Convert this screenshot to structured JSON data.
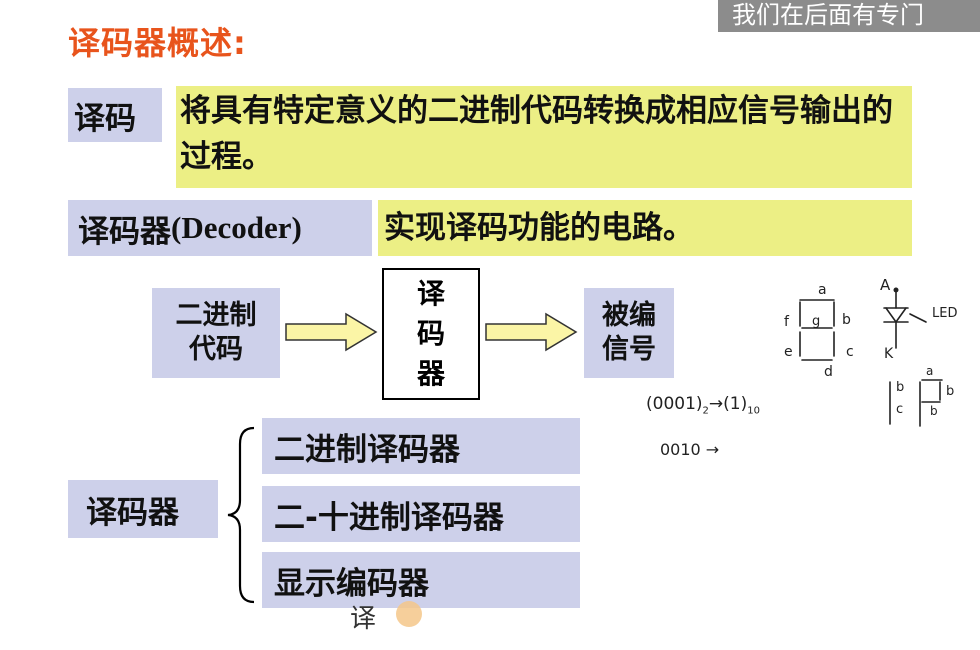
{
  "title": "译码器概述:",
  "banner": "我们在后面有专门",
  "definitions": [
    {
      "term": "译码",
      "text": "将具有特定意义的二进制代码转换成相应信号输出的过程。"
    },
    {
      "term_main": "译码器",
      "term_latin": "(Decoder)",
      "text": "实现译码功能的电路。"
    }
  ],
  "block_diagram": {
    "input_line1": "二进制",
    "input_line2": "代码",
    "decoder_chars": [
      "译",
      "码",
      "器"
    ],
    "output_line1": "被编",
    "output_line2": "信号"
  },
  "classification": {
    "label": "译码器",
    "items": [
      "二进制译码器",
      "二-十进制译码器",
      "显示编码器"
    ]
  },
  "annotations": {
    "handwritten_char": "译",
    "note_binary": "(0001)",
    "note_binary_sub": "2",
    "note_arrow": "→",
    "note_decimal": "(1)",
    "note_decimal_sub": "10",
    "note_code": "0010 →",
    "led_labels": {
      "a": "a",
      "b": "b",
      "c": "c",
      "d": "d",
      "e": "e",
      "f": "f",
      "g": "g",
      "anode": "A",
      "cathode": "K",
      "led": "LED"
    },
    "mini_labels": {
      "one": "a",
      "two": "b",
      "three": "b",
      "four": "c",
      "five": "b"
    }
  },
  "colors": {
    "title": "#e8541c",
    "term_bg": "#cdd0ea",
    "def_bg": "#ecef85",
    "cursor": "#f5c78a"
  }
}
